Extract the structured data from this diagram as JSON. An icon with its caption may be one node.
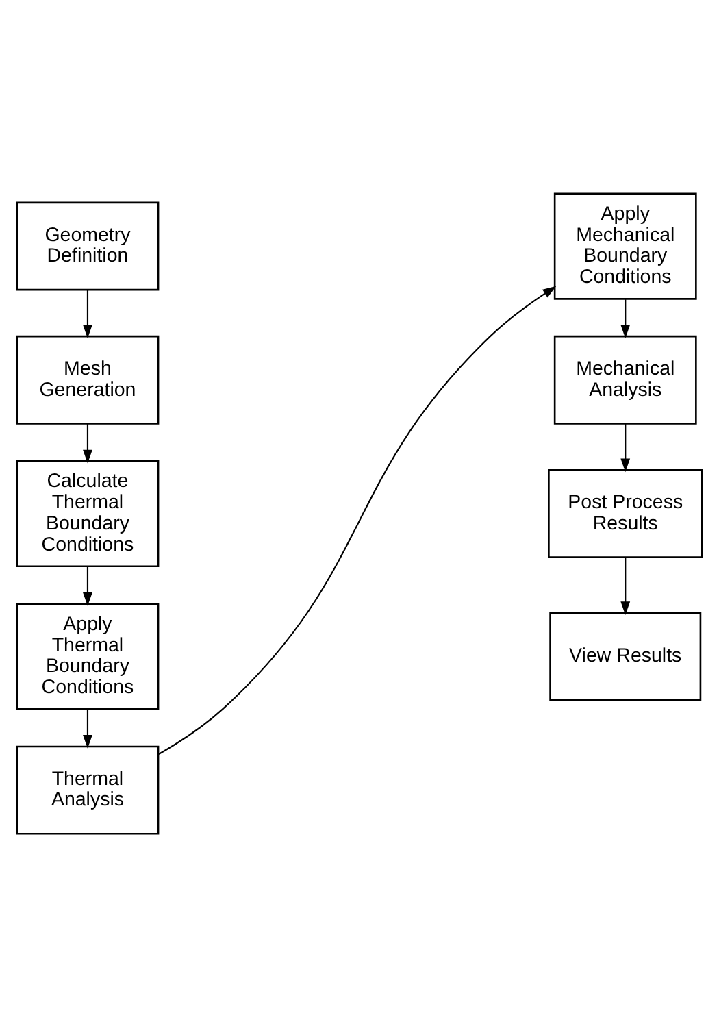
{
  "diagram": {
    "nodes": [
      {
        "text": [
          "Geometry Definition"
        ]
      },
      {
        "text": [
          "Mesh Generation"
        ]
      },
      {
        "text": [
          "Calculate Thermal Boundary Conditions"
        ]
      },
      {
        "text": [
          "Apply Thermal Boundary Conditions"
        ]
      },
      {
        "text": [
          "Thermal Analysis"
        ]
      },
      {
        "text": [
          "Apply Mechanical Boundary Conditions"
        ]
      },
      {
        "text": [
          "Mechanical Analysis"
        ]
      },
      {
        "text": [
          "Post Process Results"
        ]
      },
      {
        "text": [
          "View Results"
        ]
      }
    ],
    "edges": [
      {
        "from": 0,
        "to": 1,
        "arrow": "to"
      },
      {
        "from": 1,
        "to": 2,
        "arrow": "to"
      },
      {
        "from": 2,
        "to": 3,
        "arrow": "to"
      },
      {
        "from": 3,
        "to": 4,
        "arrow": "to"
      },
      {
        "from": 4,
        "to": 5,
        "arrow": "to"
      },
      {
        "from": 5,
        "to": 6,
        "arrow": "to"
      },
      {
        "from": 6,
        "to": 7,
        "arrow": "to"
      },
      {
        "from": 7,
        "to": 8,
        "arrow": "to"
      }
    ]
  }
}
